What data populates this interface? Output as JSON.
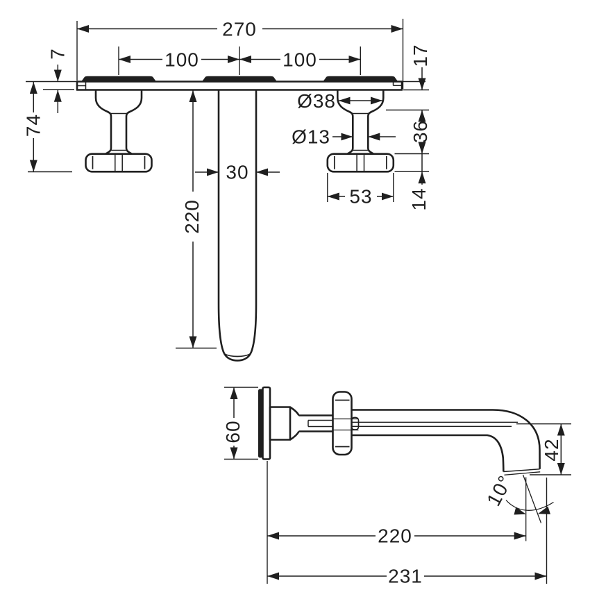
{
  "colors": {
    "line": "#1f1f1f",
    "background": "#ffffff"
  },
  "drawing": {
    "type": "technical-dimension-drawing",
    "subject": "wall-mounted 3-hole basin mixer, front and side views",
    "front_view": {
      "dims": {
        "total_width": "270",
        "spacing_left": "100",
        "spacing_right": "100",
        "plate_thickness": "7",
        "handle_projection": "74",
        "mount_offset": "17",
        "flange_diameter": "Ø38",
        "stem_diameter": "Ø13",
        "handle_height": "36",
        "knob_width": "53",
        "knob_depth": "14",
        "spout_width": "30",
        "spout_projection": "220"
      }
    },
    "side_view": {
      "dims": {
        "escutcheon_height": "60",
        "outlet_drop": "42",
        "outlet_angle": "10°",
        "reach_to_outlet": "220",
        "total_reach": "231"
      }
    }
  }
}
